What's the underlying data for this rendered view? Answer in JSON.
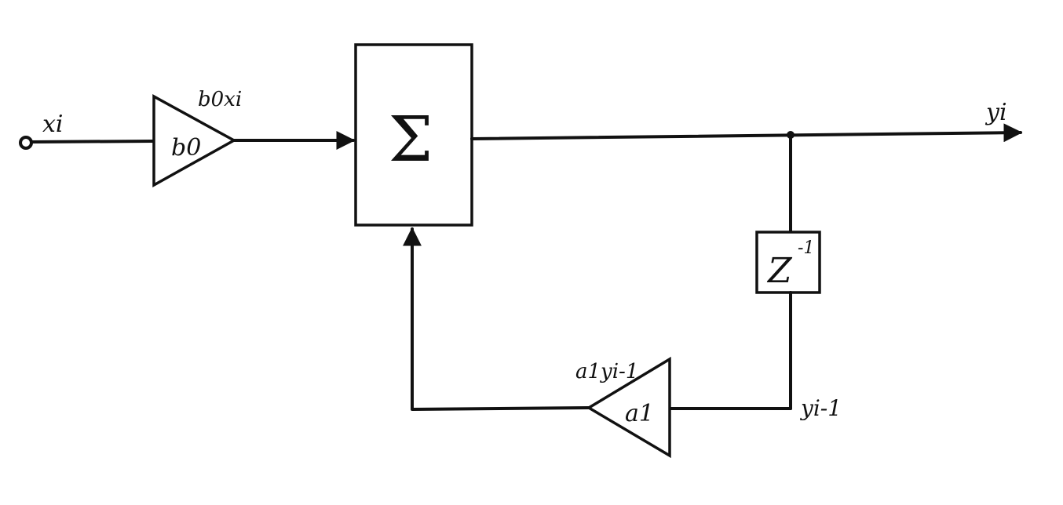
{
  "diagram": {
    "input_label": "xi",
    "gain_b0_label": "b0",
    "gain_b0_output_label": "b0xi",
    "summer_symbol": "Σ",
    "output_label": "yi",
    "delay_label": "Z",
    "delay_exponent": "-1",
    "delayed_output_label": "yi-1",
    "gain_a1_label": "a1",
    "gain_a1_output_label": "a1yi-1"
  }
}
